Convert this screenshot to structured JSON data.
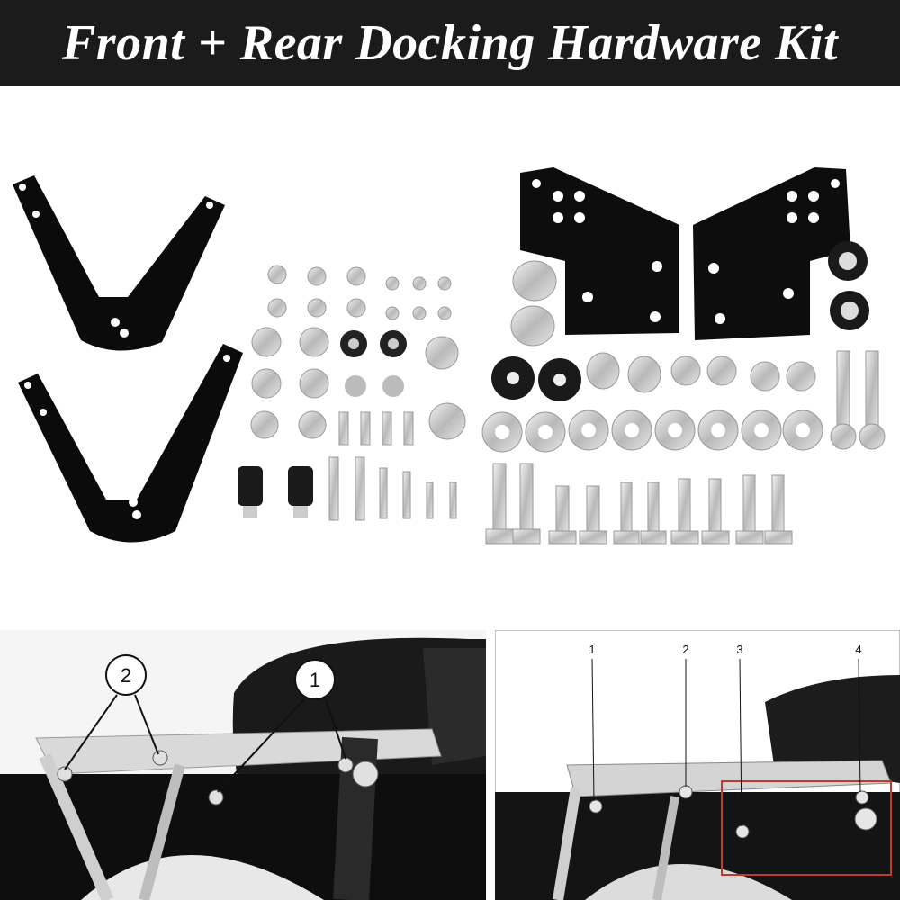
{
  "banner": {
    "title": "Front + Rear Docking Hardware Kit"
  },
  "photo_left": {
    "callouts": [
      "2",
      "1"
    ]
  },
  "diagram_right": {
    "callouts": [
      "1",
      "2",
      "3",
      "4"
    ]
  },
  "colors": {
    "banner_bg": "#1b1b1b",
    "bracket": "#0b0b0b",
    "chrome": "#cfcfcf",
    "highlight_box": "#c0392b"
  }
}
